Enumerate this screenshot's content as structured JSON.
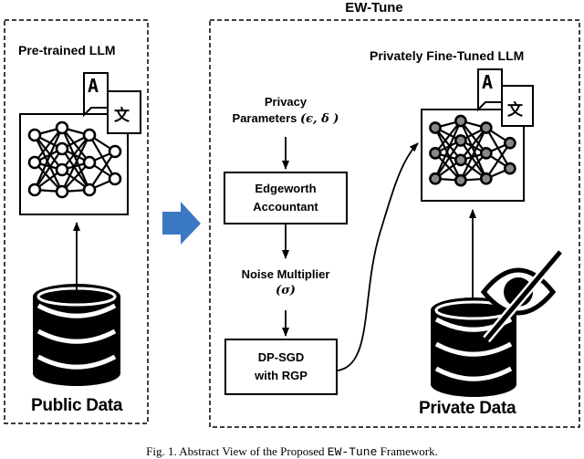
{
  "diagram": {
    "left_panel": {
      "title": "Pre-trained LLM",
      "bottom_label": "Public Data"
    },
    "right_panel": {
      "title": "EW-Tune",
      "llm_title": "Privately Fine-Tuned LLM",
      "privacy_line1": "Privacy",
      "privacy_line2": "Parameters",
      "privacy_params": "(ϵ, δ )",
      "accountant_line1": "Edgeworth",
      "accountant_line2": "Accountant",
      "noise_line1": "Noise Multiplier",
      "noise_param": "(σ)",
      "dpsgd_line1": "DP-SGD",
      "dpsgd_line2": "with RGP",
      "bottom_label": "Private Data"
    },
    "translate_icon": {
      "letter_latin": "A",
      "letter_cjk": "文"
    },
    "caption": {
      "prefix": "Fig. 1.   Abstract View of the Proposed ",
      "code": "EW-Tune",
      "suffix": " Framework."
    },
    "colors": {
      "arrow_blue": "#3b78c4",
      "node_gray": "#888888",
      "stroke": "#000000"
    }
  }
}
